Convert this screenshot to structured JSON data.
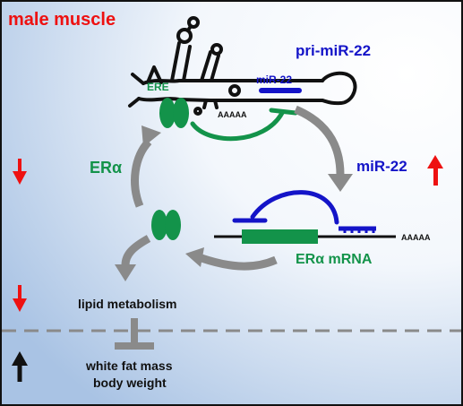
{
  "title": "male muscle",
  "labels": {
    "pri_mir": "pri-miR-22",
    "mir22_on_hairpin": "miR-22",
    "ere": "ERE",
    "polyA_top": "AAAAA",
    "era": "ERα",
    "mir22": "miR-22",
    "era_mrna": "ERα mRNA",
    "polyA_mrna": "AAAAA",
    "lipid": "lipid metabolism",
    "white_fat": "white fat mass",
    "body_weight": "body weight"
  },
  "indicators": {
    "era_level": "down",
    "mir22_level": "up",
    "lipid_level": "down",
    "fat_level": "up"
  },
  "colors": {
    "green": "#13934a",
    "blue": "#1414c8",
    "red": "#ee1111",
    "gray": "#8a8a8a",
    "black": "#111111",
    "bg_blue": "#a9c3e4"
  }
}
